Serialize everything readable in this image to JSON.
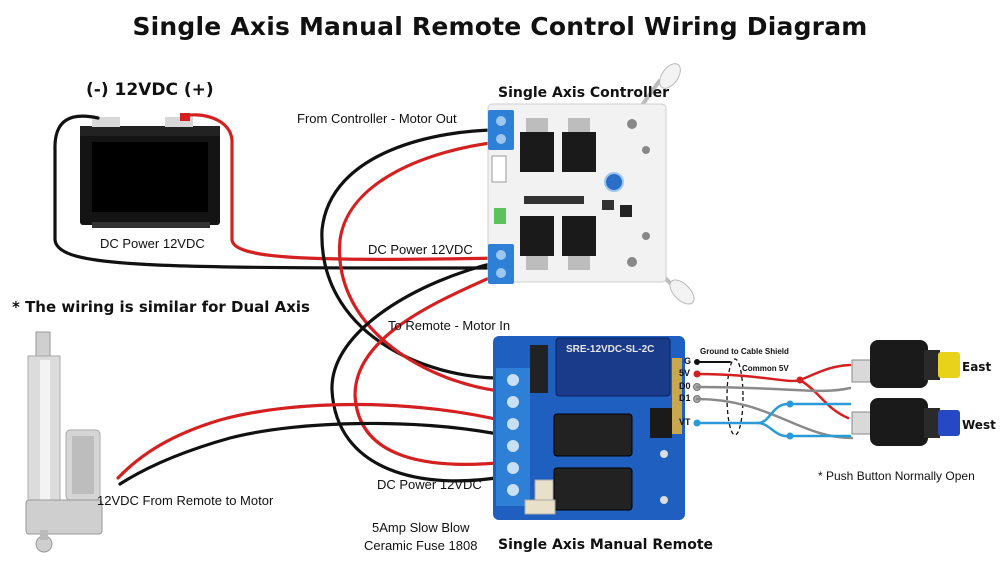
{
  "title": "Single Axis Manual Remote Control Wiring Diagram",
  "battery": {
    "polarity_label": "(-) 12VDC (+)",
    "caption": "DC Power 12VDC"
  },
  "controller": {
    "title": "Single Axis Controller",
    "motor_out_label": "From Controller - Motor Out",
    "power_label": "DC Power 12VDC"
  },
  "note_dual": "* The wiring is similar for Dual Axis",
  "remote": {
    "motor_in_label": "To Remote - Motor In",
    "power_label": "DC Power 12VDC",
    "title": "Single Axis Manual Remote",
    "fuse_line1": "5Amp Slow Blow",
    "fuse_line2": "Ceramic Fuse 1808",
    "relay_text": "SRE-12VDC-SL-2C"
  },
  "actuator": {
    "caption": "12VDC From Remote to Motor"
  },
  "pins": [
    "G",
    "5V",
    "D0",
    "D1",
    "VT"
  ],
  "wiring_notes": {
    "ground_shield": "Ground to Cable Shield",
    "common_5v": "Common 5V"
  },
  "buttons": {
    "east": "East",
    "west": "West",
    "note": "* Push  Button Normally Open"
  },
  "colors": {
    "wire_red": "#d42020",
    "wire_black": "#111111",
    "wire_gray": "#8a8a8a",
    "wire_blue": "#2a9ad8",
    "terminal_blue": "#2e7fd6",
    "pcb_blue": "#1e5fc0",
    "east_button": "#e8d21a",
    "west_button": "#2748c4"
  }
}
